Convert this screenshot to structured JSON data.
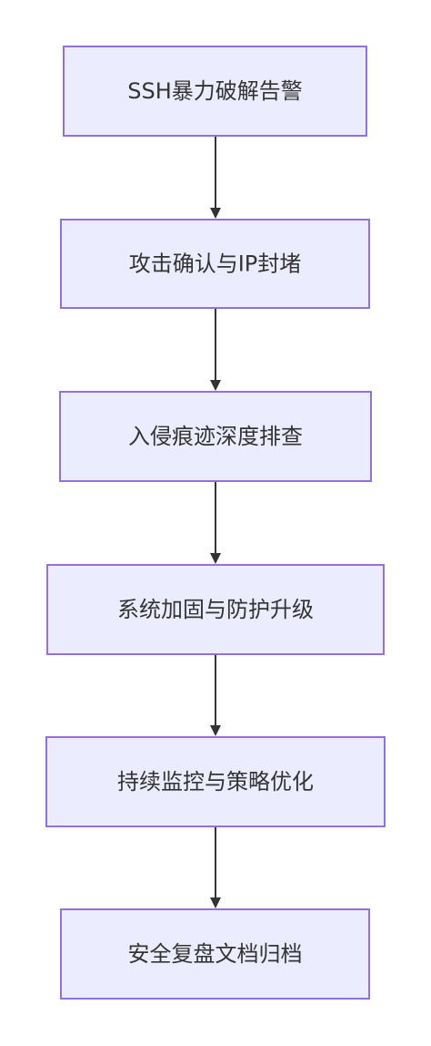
{
  "flowchart": {
    "nodes": [
      {
        "label": "SSH暴力破解告警"
      },
      {
        "label": "攻击确认与IP封堵"
      },
      {
        "label": "入侵痕迹深度排查"
      },
      {
        "label": "系统加固与防护升级"
      },
      {
        "label": "持续监控与策略优化"
      },
      {
        "label": "安全复盘文档归档"
      }
    ],
    "edges": [
      {
        "from": 0,
        "to": 1
      },
      {
        "from": 1,
        "to": 2
      },
      {
        "from": 2,
        "to": 3
      },
      {
        "from": 3,
        "to": 4
      },
      {
        "from": 4,
        "to": 5
      }
    ],
    "colors": {
      "node_fill": "#ececff",
      "node_stroke": "#9370db",
      "edge": "#333333",
      "text": "#333333"
    }
  }
}
